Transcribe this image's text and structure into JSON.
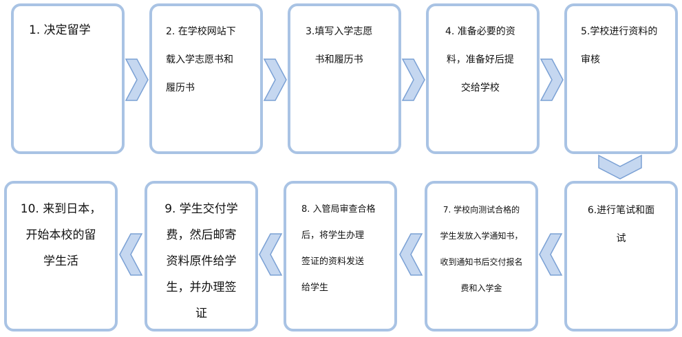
{
  "steps": [
    {
      "text": "1.   决定留学"
    },
    {
      "text": "2.  在学校网站下\n载入学志愿书和\n履历书"
    },
    {
      "text": "3.填写入学志愿\n书和履历书"
    },
    {
      "text": "4.  准备必要的资\n料，准备好后提\n交给学校"
    },
    {
      "text": "5.学校进行资料的\n审核"
    },
    {
      "text": "6.进行笔试和面\n试"
    },
    {
      "text": "7. 学校向测试合格的\n学生发放入学通知书，\n收到通知书后交付报名\n费和入学金"
    },
    {
      "text": "8. 入管局审查合格\n后，将学生办理\n签证的资料发送\n给学生"
    },
    {
      "text": "9. 学生交付学\n费，然后邮寄\n资料原件给学\n生，并办理签\n证"
    },
    {
      "text": "10. 来到日本，\n开始本校的留\n学生活"
    }
  ],
  "colors": {
    "box_border": "#a9c3e4",
    "arrow_fill": "#c5d7f0",
    "arrow_stroke": "#7aa0d4"
  }
}
